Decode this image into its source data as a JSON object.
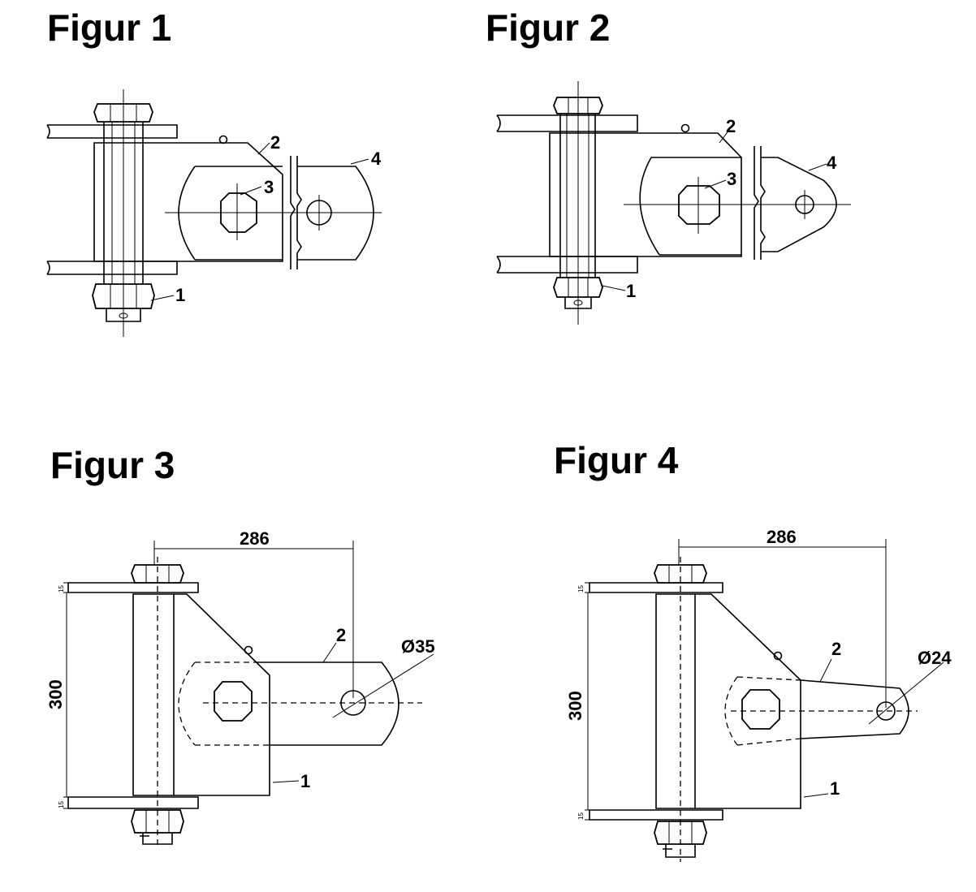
{
  "figures": [
    {
      "title": "Figur 1",
      "labels": [
        "1",
        "2",
        "3",
        "4"
      ]
    },
    {
      "title": "Figur 2",
      "labels": [
        "1",
        "2",
        "3",
        "4"
      ]
    },
    {
      "title": "Figur 3",
      "labels": [
        "1",
        "2"
      ],
      "dim_width": "286",
      "dim_height": "300",
      "dim_plate_top": "15",
      "dim_plate_bottom": "15",
      "hole_diameter": "Ø35"
    },
    {
      "title": "Figur 4",
      "labels": [
        "1",
        "2"
      ],
      "dim_width": "286",
      "dim_height": "300",
      "dim_plate_top": "15",
      "dim_plate_bottom": "15",
      "hole_diameter": "Ø24"
    }
  ]
}
